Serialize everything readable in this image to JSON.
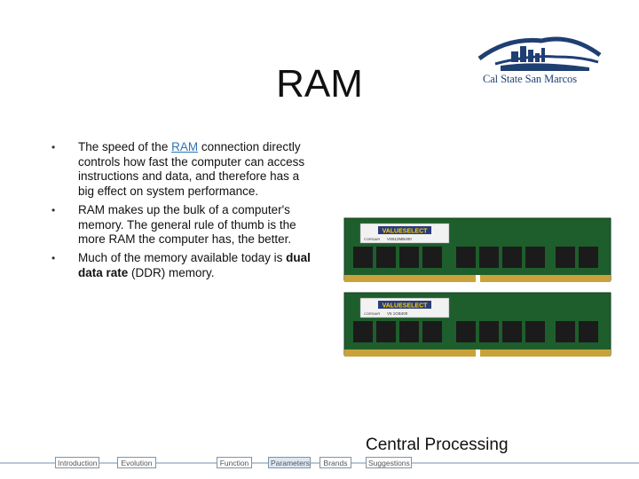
{
  "slide": {
    "title": "RAM",
    "logo_text": "Cal State San Marcos",
    "bullets": [
      {
        "prefix": "The speed of the ",
        "link": "RAM",
        "suffix": " connection directly controls how fast the computer can access instructions and data, and therefore has a big effect on system performance."
      },
      {
        "text": "RAM makes up the bulk of a computer's memory. The general rule of thumb is the more RAM the computer has, the better."
      },
      {
        "prefix": "Much of the memory available today is ",
        "bold": "dual data rate",
        "suffix": " (DDR) memory."
      }
    ],
    "ram_module": {
      "brand_label": "VALUESELECT",
      "maker": "CORSAIR",
      "part_1": "VS512MB400",
      "part_2": "V5 1GB400"
    }
  },
  "footer": {
    "heading": "Central Processing",
    "nav": [
      "Introduction",
      "Evolution",
      "Function",
      "Parameters",
      "Brands",
      "Suggestions"
    ]
  },
  "colors": {
    "link": "#2e74b5",
    "logo": "#1f3f73",
    "pcb": "#1e5e2c",
    "chip": "#1b1b1b",
    "contacts": "#c9a23a"
  }
}
